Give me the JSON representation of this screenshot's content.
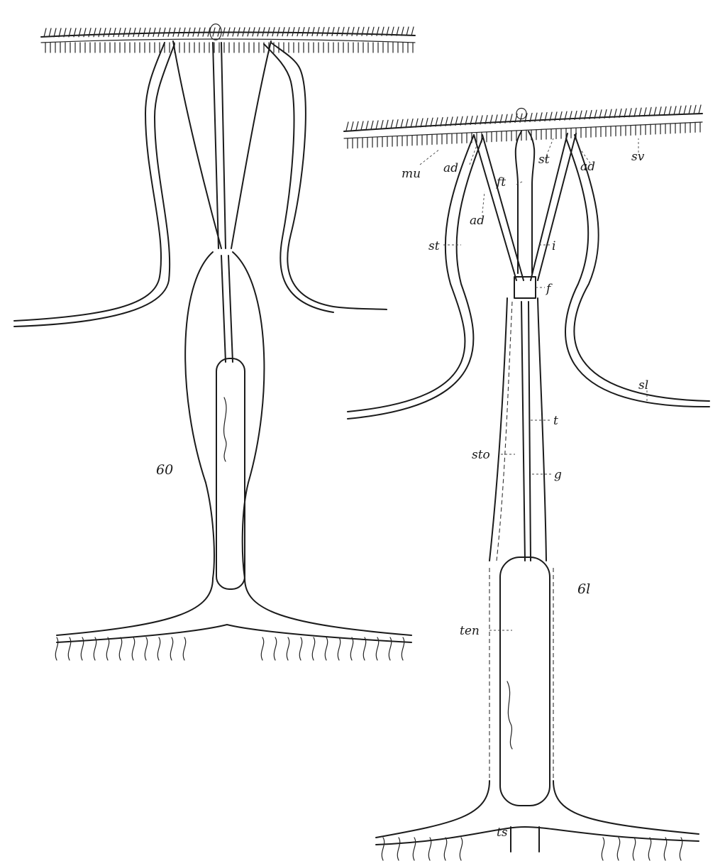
{
  "figures": [
    {
      "id": "fig-60",
      "number": "60"
    },
    {
      "id": "fig-61",
      "number": "6l"
    }
  ],
  "labels": {
    "mu": "mu",
    "ad": "ad",
    "st": "st",
    "sv": "sv",
    "ft": "ft",
    "i": "i",
    "f": "f",
    "sl": "sl",
    "t": "t",
    "sto": "sto",
    "g": "g",
    "ten": "ten",
    "ts": "ts"
  }
}
